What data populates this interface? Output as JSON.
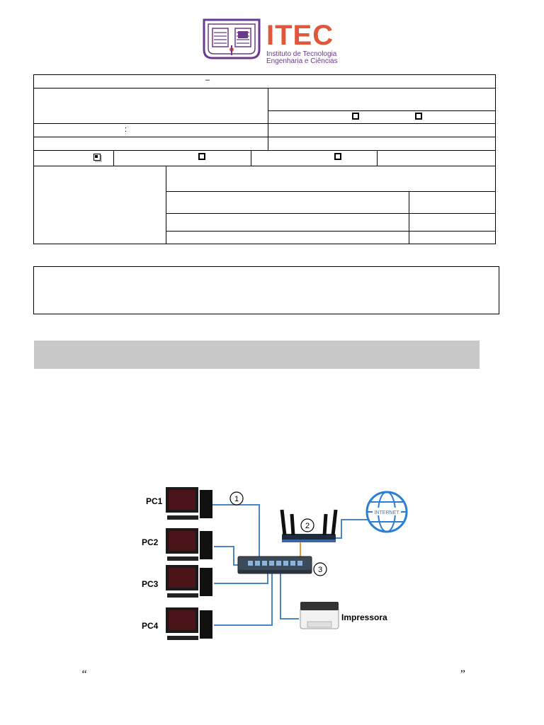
{
  "logo": {
    "name": "ITEC",
    "subtitle_line1": "Instituto de Tecnologia",
    "subtitle_line2": "Engenharia e Ciências"
  },
  "form": {
    "dash_mark": "–",
    "colon_mark": ":"
  },
  "diagram": {
    "pcs": [
      "PC1",
      "PC2",
      "PC3",
      "PC4"
    ],
    "printer_label": "Impressora",
    "internet_label": "INTERNET",
    "markers": [
      "1",
      "2",
      "3"
    ]
  },
  "footer": {
    "open_quote": "“",
    "close_quote": "”"
  },
  "colors": {
    "logo_orange": "#e2563a",
    "logo_purple": "#6b3a8c",
    "cable_blue": "#4a86c5",
    "cable_orange": "#e89a2c",
    "internet_blue": "#2a7fd4",
    "gray_band": "#c8c8c8"
  }
}
